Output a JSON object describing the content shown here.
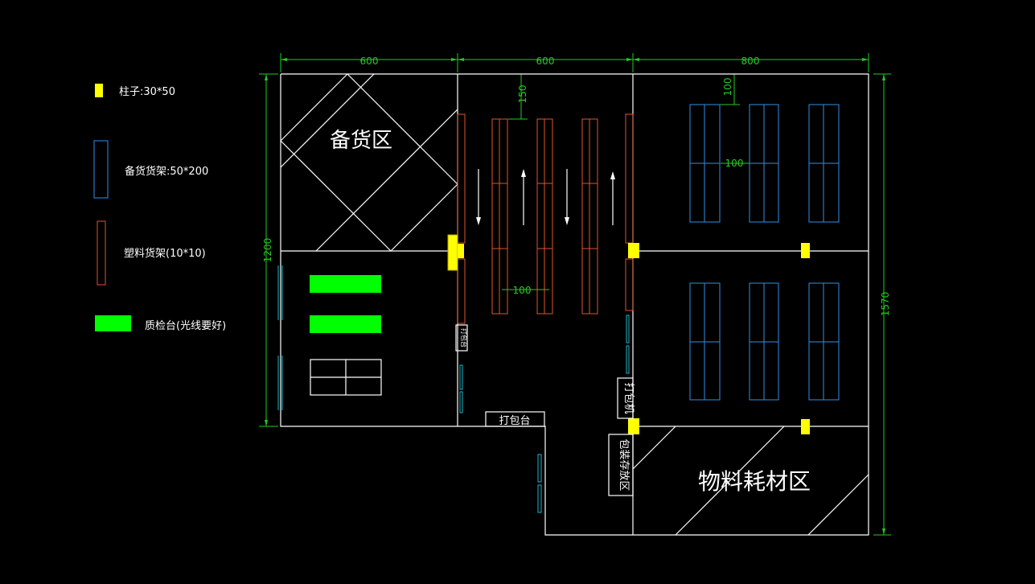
{
  "legend": {
    "pillar": "柱子:30*50",
    "stock_shelf": "备货货架:50*200",
    "plastic_shelf": "塑料货架(10*10)",
    "qc_table": "质检台(光线要好)"
  },
  "dimensions": {
    "top_1": "600",
    "top_2": "600",
    "top_3": "800",
    "left": "1200",
    "right": "1570",
    "gap_150": "150",
    "gap_100_top": "100",
    "gap_100_mid": "100",
    "gap_100_bottom": "100"
  },
  "areas": {
    "stock_area": "备货区",
    "material_area": "物料耗材区",
    "pack_table": "打包台",
    "pack_machine": "打包机",
    "pack_material_storage": "包装存放区",
    "small_label": "打包台"
  },
  "colors": {
    "background": "#000000",
    "wall": "#ffffff",
    "dimension": "#22cc22",
    "pillar": "#ffff00",
    "stock_shelf": "#2f8fe6",
    "plastic_shelf": "#e0542c",
    "qc_table": "#00ff00",
    "window": "#1fb6c8"
  }
}
